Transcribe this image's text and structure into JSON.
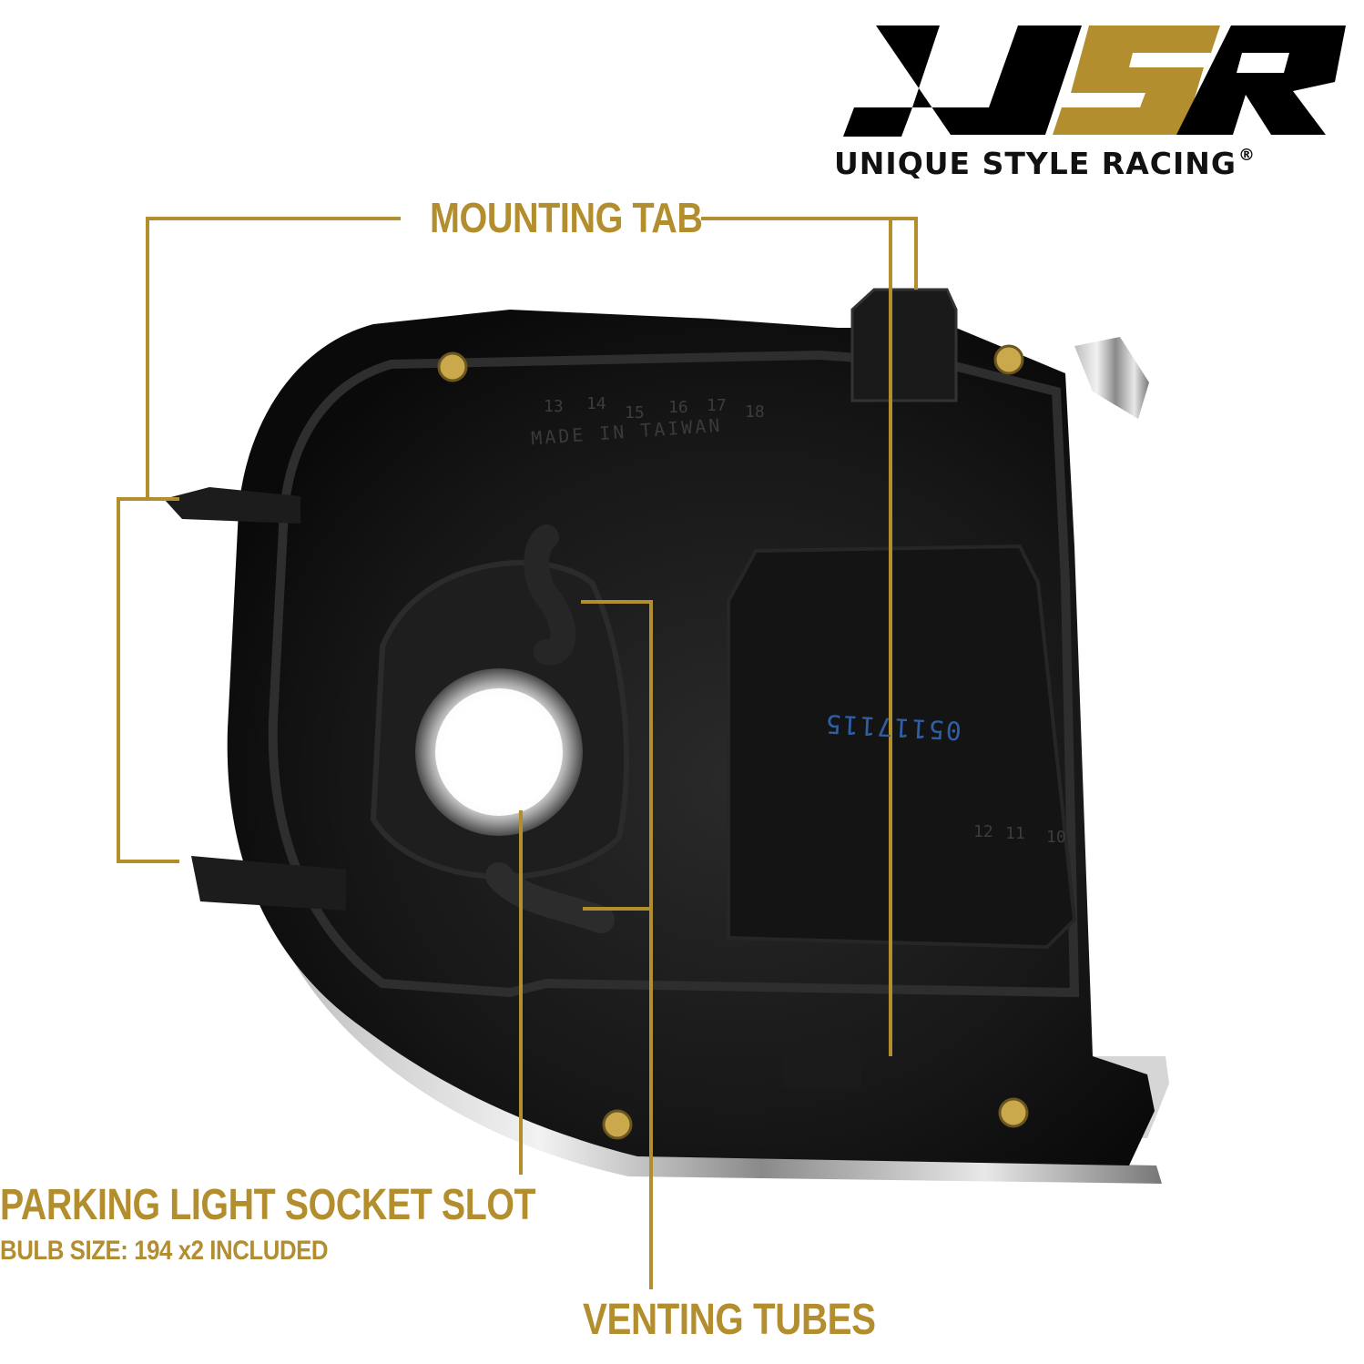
{
  "brand": {
    "logo_mark": "USR",
    "wordmark": "UNIQUE STYLE RACING",
    "registered_symbol": "®",
    "colors": {
      "black": "#000000",
      "gold": "#b38e2f"
    }
  },
  "callouts": {
    "mounting_tab": "MOUNTING TAB",
    "parking_light": "PARKING LIGHT SOCKET SLOT",
    "bulb_size": "BULB SIZE: 194 x2 INCLUDED",
    "venting_tubes": "VENTING TUBES"
  },
  "product_markings": {
    "made_in": "MADE IN TAIWAN",
    "serial": "05117115"
  },
  "colors": {
    "callout_line": "#b38e2f",
    "housing": "#1c1c1c"
  }
}
